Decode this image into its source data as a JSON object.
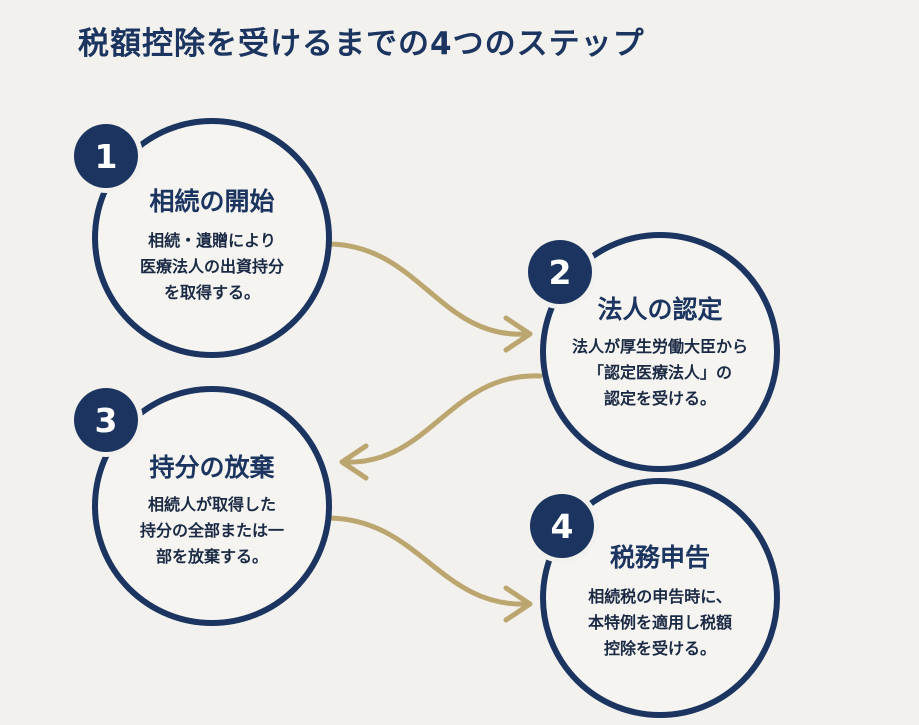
{
  "title": "税額控除を受けるまでの4つのステップ",
  "colors": {
    "navy": "#1b3560",
    "gold": "#bca66f",
    "background": "#f2f1ee"
  },
  "steps": [
    {
      "number": "1",
      "heading": "相続の開始",
      "body": "相続・遺贈により\n医療法人の出資持分\nを取得する。"
    },
    {
      "number": "2",
      "heading": "法人の認定",
      "body": "法人が厚生労働大臣から\n「認定医療法人」の\n認定を受ける。"
    },
    {
      "number": "3",
      "heading": "持分の放棄",
      "body": "相続人が取得した\n持分の全部または一\n部を放棄する。"
    },
    {
      "number": "4",
      "heading": "税務申告",
      "body": "相続税の申告時に、\n本特例を適用し税額\n控除を受ける。"
    }
  ],
  "connectors": [
    {
      "from": "1",
      "to": "2"
    },
    {
      "from": "2",
      "to": "3"
    },
    {
      "from": "3",
      "to": "4"
    }
  ]
}
